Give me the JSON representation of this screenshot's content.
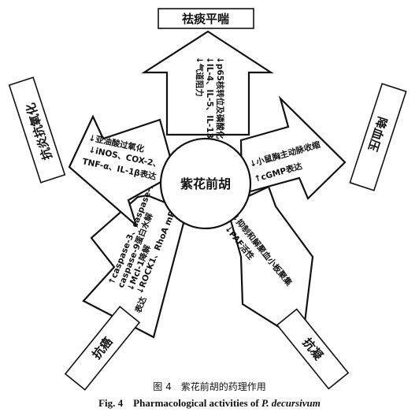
{
  "diagram": {
    "center": "紫花前胡",
    "branches": [
      {
        "id": "top",
        "effect": "祛痰平喘",
        "mechanisms": [
          "↓气道阻力",
          "↓IL-4、IL-5、IL-13",
          "↓p65核转位及磷酸化"
        ]
      },
      {
        "id": "right",
        "effect": "降血压",
        "mechanisms": [
          "↓小鼠胸主动脉收缩",
          "↑cGMP表达"
        ]
      },
      {
        "id": "bottom-right",
        "effect": "抗凝",
        "mechanisms": [
          "↓抑制和解聚血小板聚集",
          "↓PAF活性"
        ]
      },
      {
        "id": "bottom-left",
        "effect": "抗癌",
        "mechanisms": [
          "↑caspase-3、caspase-7",
          "caspase-9蛋白水解",
          "↓Mcl-1降解",
          "↓ROCK1、RhoA mRNA",
          "表达"
        ]
      },
      {
        "id": "left",
        "effect": "抗炎抗氧化",
        "mechanisms": [
          "↓亚油酸过氧化",
          "↓iNOS、COX-2、",
          "TNF-α、IL-1β表达"
        ]
      }
    ]
  },
  "caption": {
    "zh": "图 4　紫花前胡的药理作用",
    "en_prefix": "Fig. 4　Pharmacological activities of ",
    "en_species": "P. decursivum"
  }
}
